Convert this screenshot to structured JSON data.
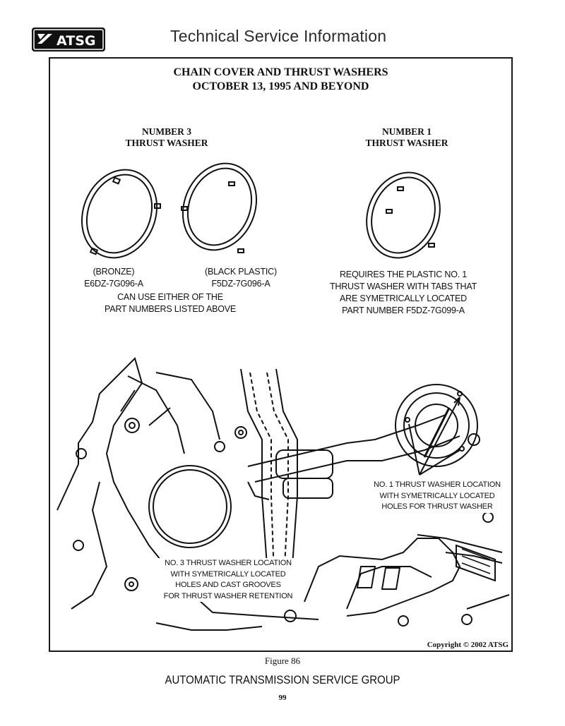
{
  "header": {
    "logo_text": "ATSG",
    "title": "Technical Service Information"
  },
  "diagram": {
    "title_line1": "CHAIN COVER AND THRUST WASHERS",
    "title_line2": "OCTOBER 13, 1995 AND BEYOND",
    "left_heading_line1": "NUMBER 3",
    "left_heading_line2": "THRUST WASHER",
    "right_heading_line1": "NUMBER 1",
    "right_heading_line2": "THRUST WASHER",
    "bronze_label": "(BRONZE)",
    "bronze_part": "E6DZ-7G096-A",
    "plastic_label": "(BLACK PLASTIC)",
    "plastic_part": "F5DZ-7G096-A",
    "either_line1": "CAN USE EITHER OF THE",
    "either_line2": "PART NUMBERS LISTED ABOVE",
    "requires_line1": "REQUIRES THE PLASTIC NO. 1",
    "requires_line2": "THRUST WASHER WITH TABS THAT",
    "requires_line3": "ARE SYMETRICALLY LOCATED",
    "requires_line4": "PART NUMBER  F5DZ-7G099-A",
    "no1_line1": "NO. 1 THRUST WASHER LOCATION",
    "no1_line2": "WITH SYMETRICALLY LOCATED",
    "no1_line3": "HOLES FOR THRUST WASHER",
    "no3_line1": "NO. 3 THRUST WASHER LOCATION",
    "no3_line2": "WITH SYMETRICALLY LOCATED",
    "no3_line3": "HOLES  AND CAST GROOVES",
    "no3_line4": "FOR THRUST WASHER RETENTION",
    "copyright": "Copyright © 2002 ATSG"
  },
  "figure_caption": "Figure 86",
  "footer": {
    "org": "AUTOMATIC TRANSMISSION SERVICE GROUP",
    "page_number": "99"
  }
}
